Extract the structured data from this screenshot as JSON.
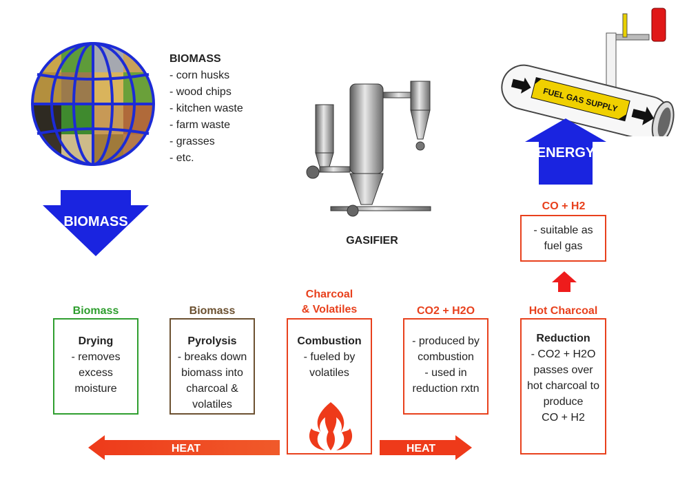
{
  "biomass_list": {
    "heading": "BIOMASS",
    "items": [
      "- corn husks",
      "- wood chips",
      "- kitchen waste",
      "- farm waste",
      "- grasses",
      "- etc."
    ]
  },
  "arrows": {
    "biomass": "BIOMASS",
    "energy": "ENERGY",
    "heat_left": "HEAT",
    "heat_right": "HEAT",
    "fuel_gas_supply": "FUEL GAS SUPPLY"
  },
  "gasifier_label": "GASIFIER",
  "steps": [
    {
      "above": "Biomass",
      "above_color": "#2e9e2e",
      "border_color": "#2e9e2e",
      "title": "Drying",
      "lines": [
        "- removes",
        "excess",
        "moisture"
      ]
    },
    {
      "above": "Biomass",
      "above_color": "#6b5030",
      "border_color": "#6b5030",
      "title": "Pyrolysis",
      "lines": [
        "- breaks down",
        "biomass into",
        "charcoal &",
        "volatiles"
      ]
    },
    {
      "above": "Charcoal\n& Volatiles",
      "above_color": "#e8401c",
      "border_color": "#e8401c",
      "title": "Combustion",
      "lines": [
        "- fueled by",
        "volatiles"
      ]
    },
    {
      "above": "CO2 + H2O",
      "above_color": "#e8401c",
      "border_color": "#e8401c",
      "title": "",
      "lines": [
        "- produced by",
        "combustion",
        "- used in",
        "reduction rxtn"
      ]
    },
    {
      "above": "Hot Charcoal",
      "above_color": "#e8401c",
      "border_color": "#e8401c",
      "title": "Reduction",
      "lines": [
        "- CO2 + H2O",
        "passes over",
        "hot charcoal to",
        "produce",
        "CO + H2"
      ]
    }
  ],
  "product": {
    "label": "CO + H2",
    "lines": [
      "- suitable as",
      "fuel gas"
    ]
  },
  "colors": {
    "blue_arrow": "#1a24e0",
    "heat_arrow": "#ee3a1a",
    "red_accent": "#e8401c"
  }
}
